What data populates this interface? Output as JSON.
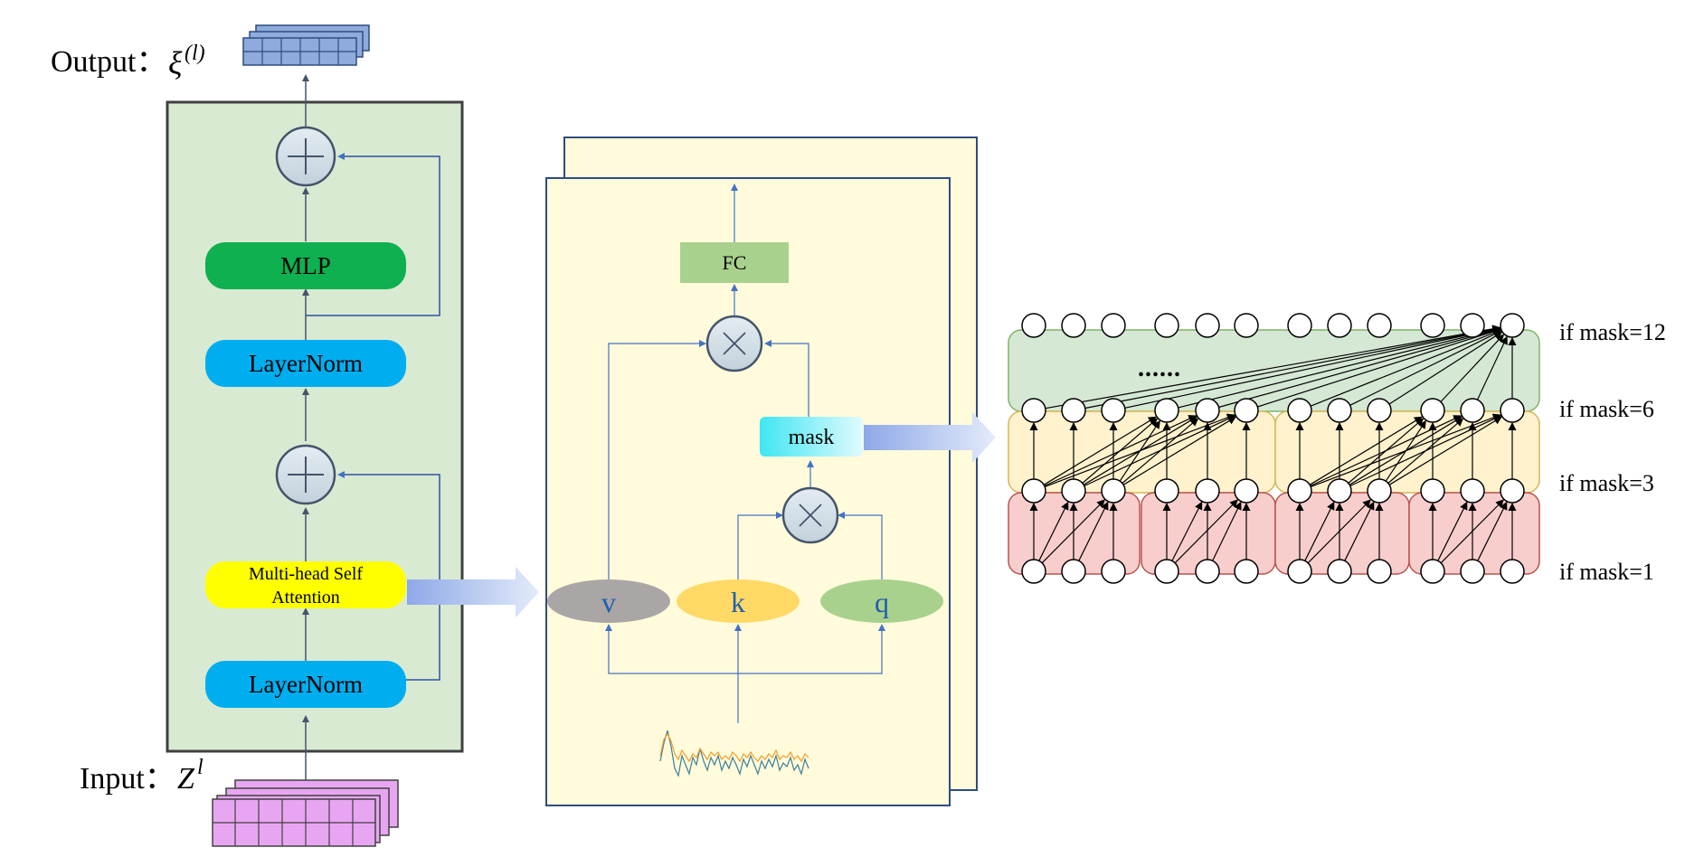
{
  "encoder": {
    "output_label": "Output：",
    "output_symbol": "ξ",
    "output_superscript": "(l)",
    "input_label": "Input：",
    "input_symbol": "Z",
    "input_superscript": "l",
    "mlp": "MLP",
    "layernorm_top": "LayerNorm",
    "layernorm_bottom": "LayerNorm",
    "attention_line1": "Multi-head Self",
    "attention_line2": "Attention",
    "add_symbol": "+"
  },
  "attention_detail": {
    "fc": "FC",
    "mask": "mask",
    "v": "v",
    "k": "k",
    "q": "q",
    "multiply_symbol": "×"
  },
  "mask_levels": {
    "dots": "......",
    "labels": [
      "if mask=12",
      "if mask=6",
      "if mask=3",
      "if mask=1"
    ]
  },
  "colors": {
    "encoder_bg": "#d9ead3",
    "panel_bg": "#fffbdb",
    "mlp": "#0eb04f",
    "layernorm": "#00aeef",
    "attention": "#ffff00",
    "fc": "#a9d18e",
    "v": "#aaa6a6",
    "k": "#ffd966",
    "q": "#a9d18e",
    "mask_green": "#d5e8d4",
    "mask_yellow": "#fff2cc",
    "mask_red": "#f8cecc"
  }
}
